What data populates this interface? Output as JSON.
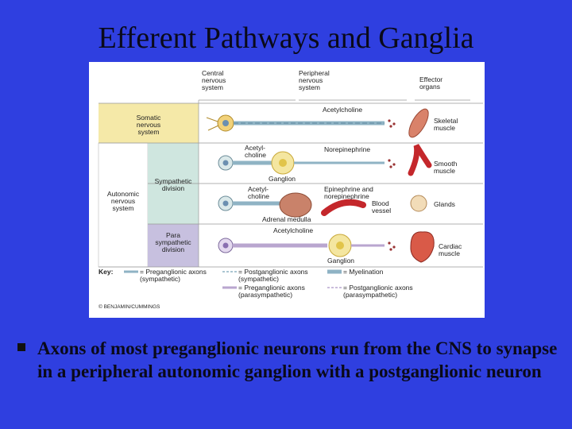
{
  "slide": {
    "title": "Efferent Pathways and Ganglia",
    "bullet": "Axons of most preganglionic neurons run from the CNS to synapse in a peripheral autonomic ganglion with a postganglionic neuron"
  },
  "figure": {
    "headers": {
      "cns": [
        "Central",
        "nervous",
        "system"
      ],
      "pns": [
        "Peripheral",
        "nervous",
        "system"
      ],
      "effector": [
        "Effector",
        "organs"
      ]
    },
    "rows": {
      "somatic": [
        "Somatic",
        "nervous",
        "system"
      ],
      "autonomic": [
        "Autonomic",
        "nervous",
        "system"
      ],
      "sympathetic": [
        "Sympathetic",
        "division"
      ],
      "para": [
        "Para",
        "sympathetic",
        "division"
      ]
    },
    "labels": {
      "acetylcholine_top": "Acetylcholine",
      "acetylcholine_sym": [
        "Acetyl-",
        "choline"
      ],
      "norepinephrine": "Norepinephrine",
      "ganglion_1": "Ganglion",
      "acetylcholine_adr": [
        "Acetyl-",
        "choline"
      ],
      "epi_norepi": [
        "Epinephrine and",
        "norepinephrine"
      ],
      "blood_vessel": [
        "Blood",
        "vessel"
      ],
      "adrenal": "Adrenal medulla",
      "acetylcholine_para": "Acetylcholine",
      "ganglion_2": "Ganglion"
    },
    "organs": {
      "skeletal": [
        "Skeletal",
        "muscle"
      ],
      "smooth": [
        "Smooth",
        "muscle"
      ],
      "glands": "Glands",
      "cardiac": [
        "Cardiac",
        "muscle"
      ]
    },
    "key": {
      "title": "Key:",
      "pre_sym": [
        "= Preganglionic axons",
        "(sympathetic)"
      ],
      "post_sym": [
        "= Postganglionic axons",
        "(sympathetic)"
      ],
      "myelination": "= Myelination",
      "pre_para": [
        "= Preganglionic axons",
        "(parasympathetic)"
      ],
      "post_para": [
        "= Postganglionic axons",
        "(parasympathetic)"
      ]
    },
    "copyright": "© BENJAMIN/CUMMINGS"
  },
  "colors": {
    "background": "#2f3fe0",
    "somatic_band": "#f5e9a8",
    "sympathetic_band": "#cfe6df",
    "para_band": "#c7c0df",
    "axon_sym": "#8fb3c4",
    "axon_para": "#b9a6cf"
  }
}
